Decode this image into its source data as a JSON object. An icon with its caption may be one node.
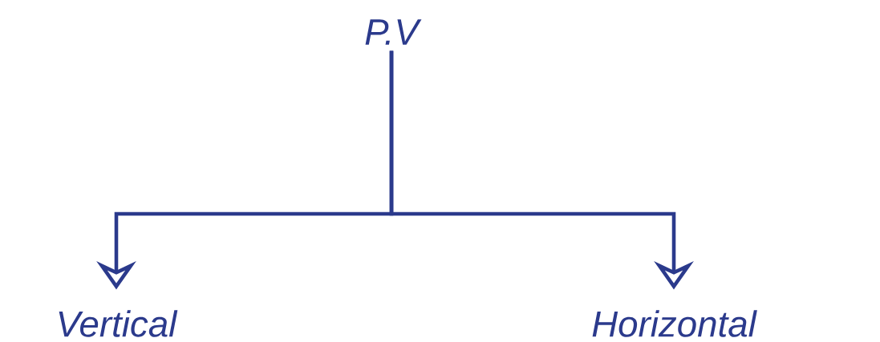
{
  "diagram": {
    "nodes": [
      {
        "text": [
          "P.V"
        ]
      },
      {
        "text": [
          "Vertical"
        ]
      },
      {
        "text": [
          "Horizontal"
        ]
      }
    ],
    "edges": [
      {
        "from": 0,
        "to": 1,
        "arrow": "to"
      },
      {
        "from": 0,
        "to": 2,
        "arrow": "to"
      }
    ]
  }
}
